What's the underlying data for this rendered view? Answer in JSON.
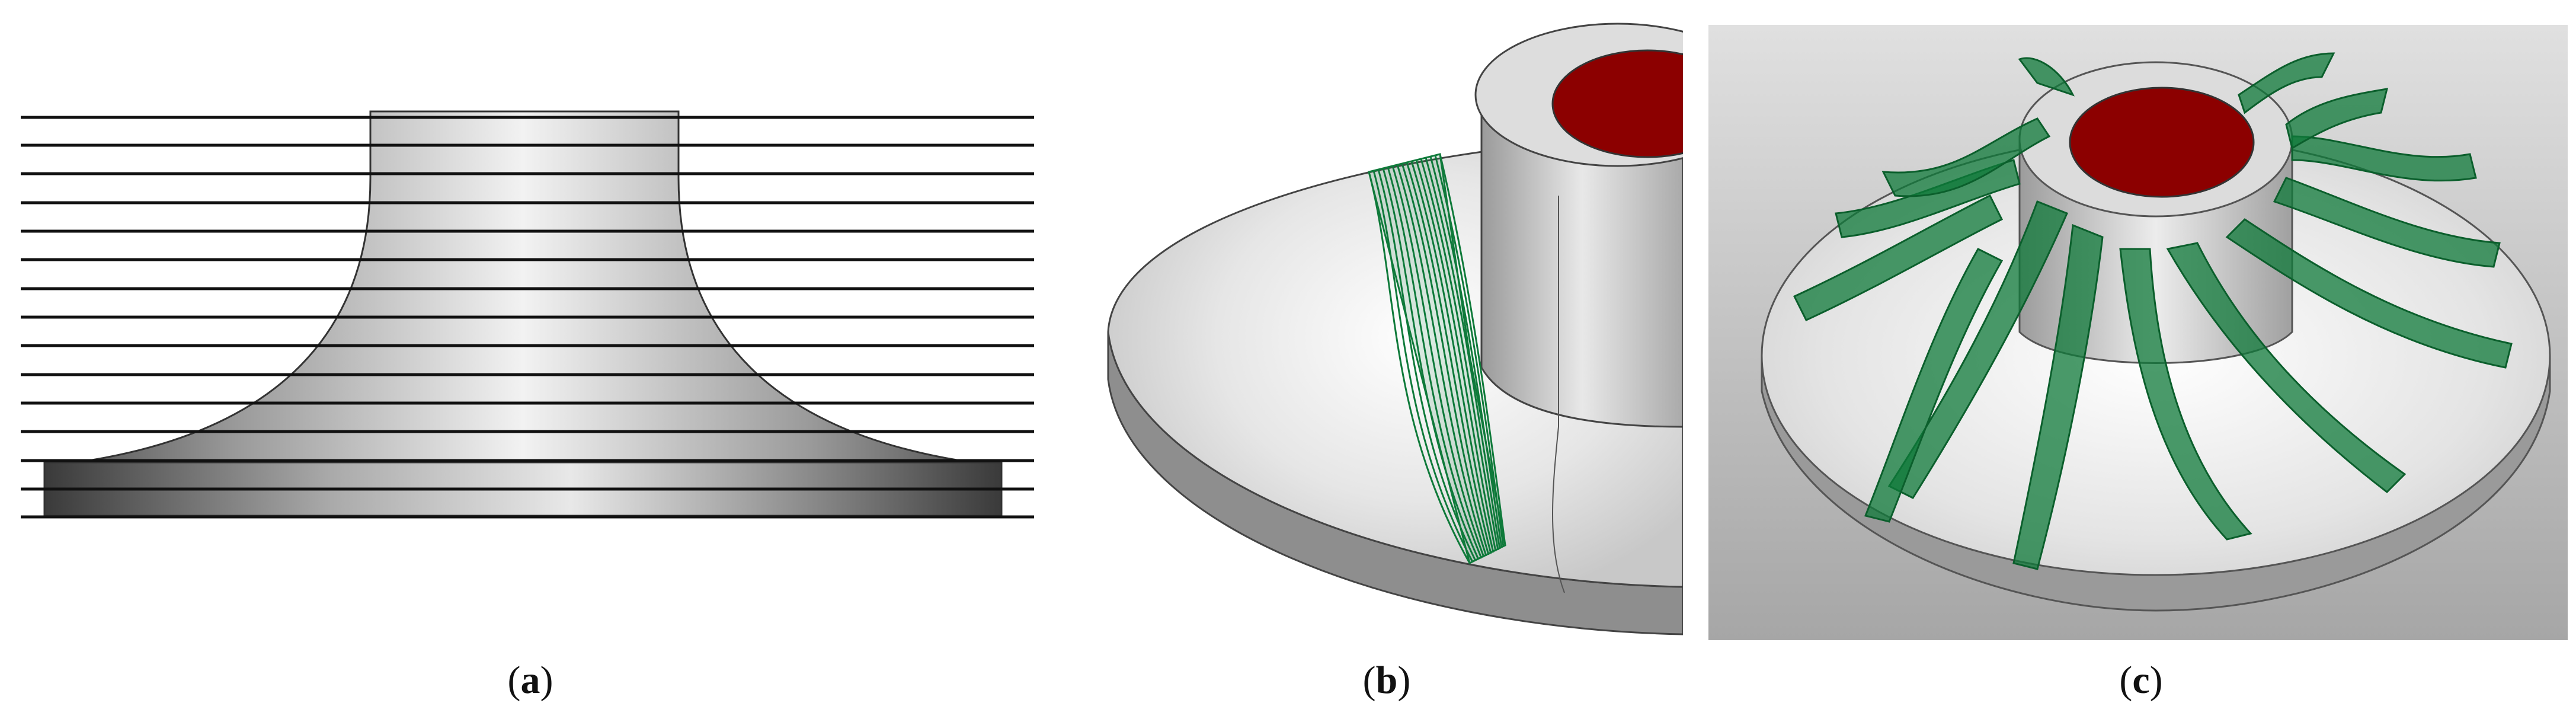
{
  "figure": {
    "panels": [
      {
        "id": "a",
        "label": "a",
        "open": "(",
        "close": ")"
      },
      {
        "id": "b",
        "label": "b",
        "open": "(",
        "close": ")"
      },
      {
        "id": "c",
        "label": "c",
        "open": "(",
        "close": ")"
      }
    ],
    "colors": {
      "blade_green": "#0f7a3a",
      "hub_bore_red": "#8c0000",
      "part_grey": "#d8d8d8",
      "background_grey": "#bdbdbd"
    },
    "icons": [
      "impeller-side-profile",
      "impeller-isometric-single-blade",
      "impeller-isometric-all-blades"
    ]
  }
}
